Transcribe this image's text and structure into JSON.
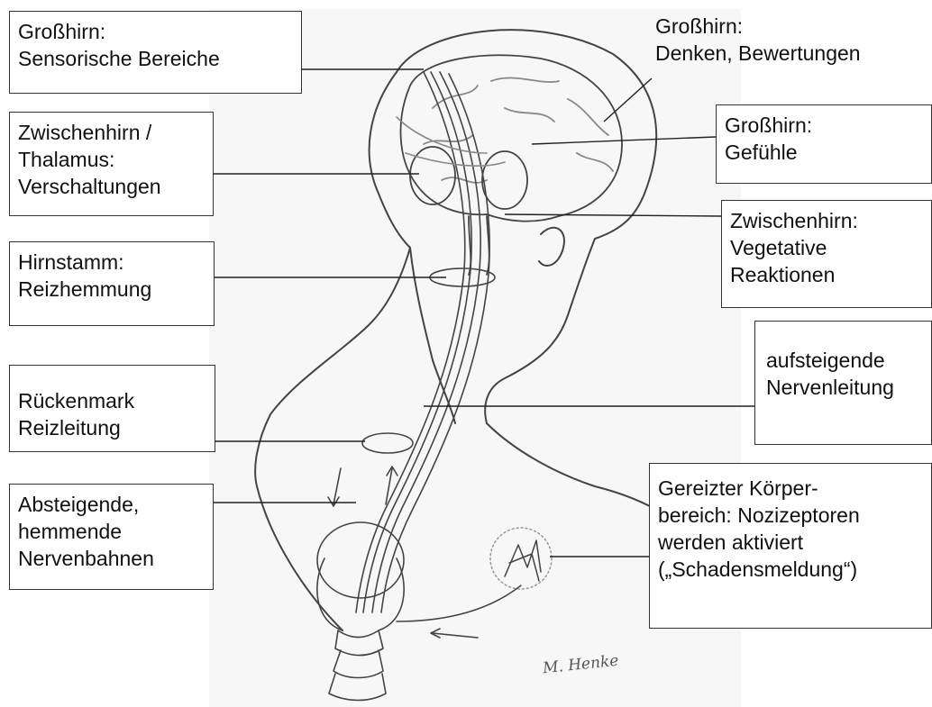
{
  "labels": {
    "sensory": {
      "lines": [
        "Großhirn:",
        "Sensorische Bereiche"
      ]
    },
    "thinking": {
      "lines": [
        "Großhirn:",
        "Denken, Bewertungen"
      ]
    },
    "thalamus": {
      "lines": [
        "Zwischenhirn /",
        "Thalamus:",
        "Verschaltungen"
      ]
    },
    "feelings": {
      "lines": [
        "Großhirn:",
        "Gefühle"
      ]
    },
    "vegetative": {
      "lines": [
        "Zwischenhirn:",
        "Vegetative",
        "Reaktionen"
      ]
    },
    "brainstem": {
      "lines": [
        "Hirnstamm:",
        "Reizhemmung"
      ]
    },
    "ascending": {
      "lines": [
        "aufsteigende",
        "Nervenleitung"
      ]
    },
    "spinal": {
      "lines": [
        "Rückenmark",
        "Reizleitung"
      ]
    },
    "descending": {
      "lines": [
        "Absteigende,",
        "hemmende",
        "Nervenbahnen"
      ]
    },
    "body_area": {
      "lines": [
        "Gereizter Körper-",
        "bereich: Nozizeptoren",
        "werden aktiviert",
        "(„Schadensmeldung“)"
      ]
    }
  },
  "signature": "M. Henke"
}
